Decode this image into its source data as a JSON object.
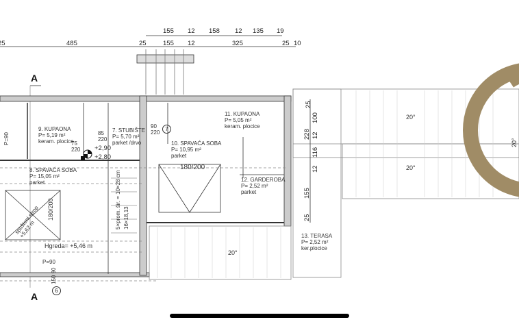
{
  "section_marker": "A",
  "top_dims_row1": [
    "155",
    "12",
    "158",
    "12",
    "135",
    "19"
  ],
  "top_dims_row2": [
    "25",
    "485",
    "25",
    "155",
    "12",
    "325",
    "25",
    "10"
  ],
  "right_dims": [
    "25",
    "100",
    "12",
    "228",
    "116",
    "12",
    "155",
    "25"
  ],
  "rooms": [
    {
      "name": "9. KUPAONA",
      "area": "P= 5,19 m²",
      "floor": "keram. plocice"
    },
    {
      "name": "7. STUBIŠTE",
      "area": "P= 5,70 m²",
      "floor": "parket /drvo"
    },
    {
      "name": "8. SPAVAĆA SOBA",
      "area": "P= 15,05 m²",
      "floor": "parket"
    },
    {
      "name": "11. KUPAONA",
      "area": "P= 5,05 m²",
      "floor": "keram. plocice"
    },
    {
      "name": "10. SPAVAĆA SOBA",
      "area": "P= 10,95 m²",
      "floor": "parket"
    },
    {
      "name": "12. GARDEROBA",
      "area": "P= 2,52 m²",
      "floor": "parket"
    },
    {
      "name": "13. TERASA",
      "area": "P= 2,52 m²",
      "floor": "ker.plocice"
    }
  ],
  "doors": {
    "d1_w": "75",
    "d1_h": "220",
    "d2_w": "85",
    "d2_h": "220",
    "d3_w": "90",
    "d3_h": "220",
    "window_bottom": "P=90",
    "window_left": "P=90",
    "window_dims": "150  90"
  },
  "levels": {
    "upper": "+2,90",
    "lower": "+2,80"
  },
  "beds": [
    "180/200",
    "180/200"
  ],
  "notes": {
    "ceiling": "spušteni strop",
    "ceiling_height": "+5,62 m",
    "beam": "Hgreda= +5,46 m",
    "stairs1": "5×prom. šir. = 10×28 cm",
    "stairs2": "16×18,13"
  },
  "markers": [
    "6",
    "7"
  ],
  "roof_slopes": [
    "20°",
    "20°",
    "20°",
    "20°"
  ],
  "logo_color": "#a08c66"
}
